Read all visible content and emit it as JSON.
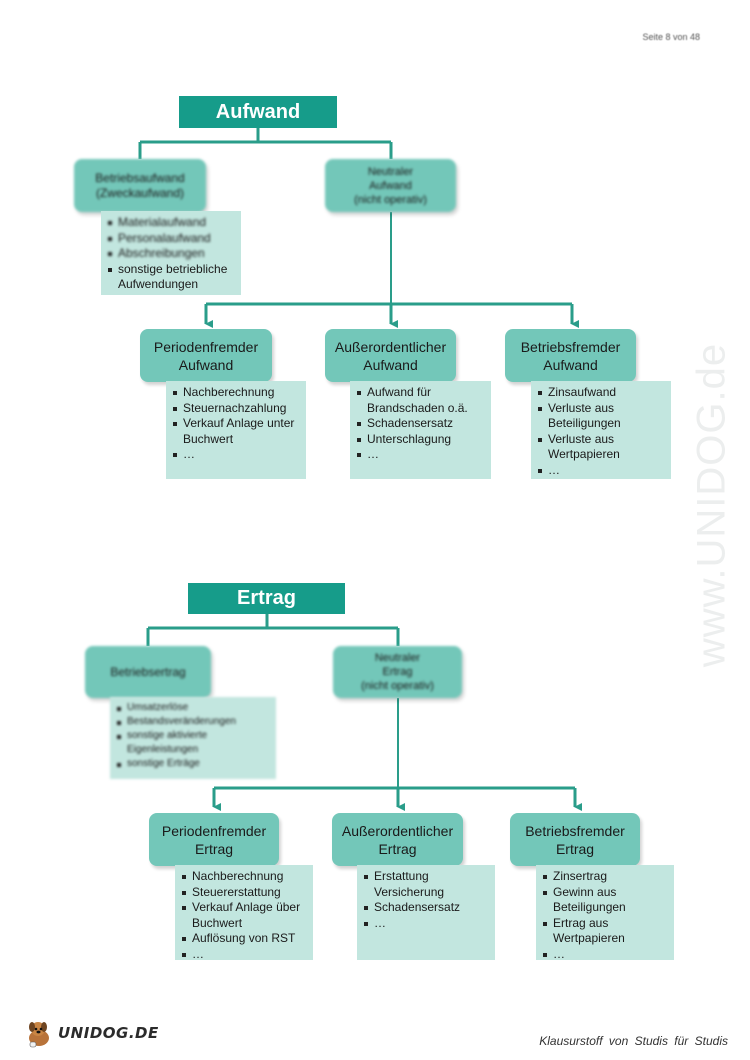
{
  "header": {
    "page_number": "Seite 8 von 48"
  },
  "watermark": "www.UNIDOG.de",
  "aufwand": {
    "title": "Aufwand",
    "betrieb": {
      "lines": [
        "Betriebsaufwand",
        "(Zweckaufwand)"
      ],
      "items": [
        "Materialaufwand",
        "Personalaufwand",
        "Abschreibungen",
        "sonstige betriebliche Aufwendungen"
      ]
    },
    "neutral": {
      "lines": [
        "Neutraler",
        "Aufwand",
        "(nicht operativ)"
      ]
    },
    "children": [
      {
        "lines": [
          "Periodenfremder",
          "Aufwand"
        ],
        "items": [
          "Nachberechnung",
          "Steuernachzahlung",
          "Verkauf Anlage unter Buchwert",
          "…"
        ]
      },
      {
        "lines": [
          "Außerordentlicher",
          "Aufwand"
        ],
        "items": [
          "Aufwand für Brandschaden o.ä.",
          "Schadensersatz",
          "Unterschlagung",
          "…"
        ]
      },
      {
        "lines": [
          "Betriebsfremder",
          "Aufwand"
        ],
        "items": [
          "Zinsaufwand",
          "Verluste aus Beteiligungen",
          "Verluste aus Wertpapieren",
          "…"
        ]
      }
    ]
  },
  "ertrag": {
    "title": "Ertrag",
    "betrieb": {
      "lines": [
        "Betriebsertrag"
      ],
      "items": [
        "Umsatzerlöse",
        "Bestandsveränderungen",
        "sonstige aktivierte Eigenleistungen",
        "sonstige Erträge"
      ]
    },
    "neutral": {
      "lines": [
        "Neutraler",
        "Ertrag",
        "(nicht operativ)"
      ]
    },
    "children": [
      {
        "lines": [
          "Periodenfremder",
          "Ertrag"
        ],
        "items": [
          "Nachberechnung",
          "Steuererstattung",
          "Verkauf Anlage über Buchwert",
          "Auflösung von RST",
          "…"
        ]
      },
      {
        "lines": [
          "Außerordentlicher",
          "Ertrag"
        ],
        "items": [
          "Erstattung Versicherung",
          "Schadensersatz",
          "…"
        ]
      },
      {
        "lines": [
          "Betriebsfremder",
          "Ertrag"
        ],
        "items": [
          "Zinsertrag",
          "Gewinn aus Beteiligungen",
          "Ertrag aus Wertpapieren",
          "…"
        ]
      }
    ]
  },
  "footer": {
    "logo_text": "UNIDOG.DE",
    "tagline": "Klausurstoff von Studis für Studis"
  },
  "colors": {
    "title": "#169c8a",
    "node": "#73c7b9",
    "list": "#c2e6df",
    "connector": "#2a9d8a"
  }
}
